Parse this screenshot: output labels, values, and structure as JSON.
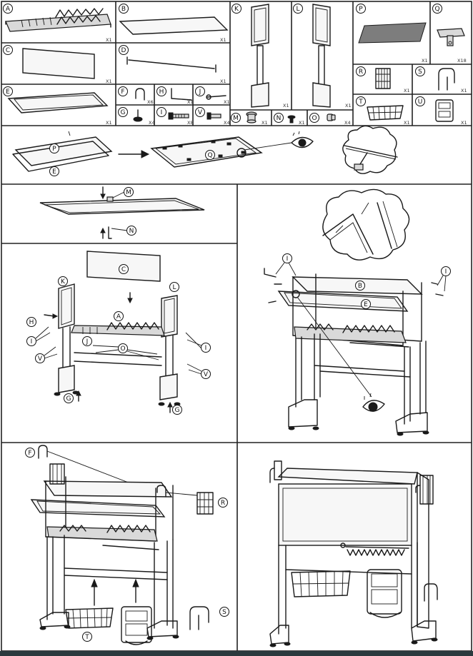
{
  "parts": [
    {
      "letter": "A",
      "qty": "X1"
    },
    {
      "letter": "B",
      "qty": "X1"
    },
    {
      "letter": "C",
      "qty": "X1"
    },
    {
      "letter": "D",
      "qty": "X1"
    },
    {
      "letter": "E",
      "qty": "X1"
    },
    {
      "letter": "F",
      "qty": "X6"
    },
    {
      "letter": "H",
      "qty": "X1"
    },
    {
      "letter": "J",
      "qty": "X1"
    },
    {
      "letter": "G",
      "qty": "X4"
    },
    {
      "letter": "I",
      "qty": "X8"
    },
    {
      "letter": "V",
      "qty": "X4"
    },
    {
      "letter": "K",
      "qty": "X1"
    },
    {
      "letter": "L",
      "qty": "X1"
    },
    {
      "letter": "M",
      "qty": "X1"
    },
    {
      "letter": "N",
      "qty": "X1"
    },
    {
      "letter": "O",
      "qty": "X4"
    },
    {
      "letter": "P",
      "qty": "X1"
    },
    {
      "letter": "Q",
      "qty": "X18"
    },
    {
      "letter": "R",
      "qty": "X1"
    },
    {
      "letter": "S",
      "qty": "X1"
    },
    {
      "letter": "T",
      "qty": "X1"
    },
    {
      "letter": "U",
      "qty": "X1"
    }
  ],
  "step1": {
    "labels": [
      "P",
      "E",
      "Q"
    ]
  },
  "step2": {
    "labels": [
      "M",
      "N"
    ]
  },
  "step3": {
    "labels": [
      "C",
      "K",
      "L",
      "A",
      "H",
      "I",
      "O",
      "J",
      "V",
      "G"
    ]
  },
  "step4": {
    "labels": [
      "I",
      "B",
      "E",
      "I"
    ]
  },
  "step5": {
    "labels": [
      "F",
      "R",
      "T",
      "S"
    ]
  },
  "colors": {
    "frame": "#1a1a1a",
    "footer": "#2b3a3e",
    "paper": "#ffffff"
  }
}
